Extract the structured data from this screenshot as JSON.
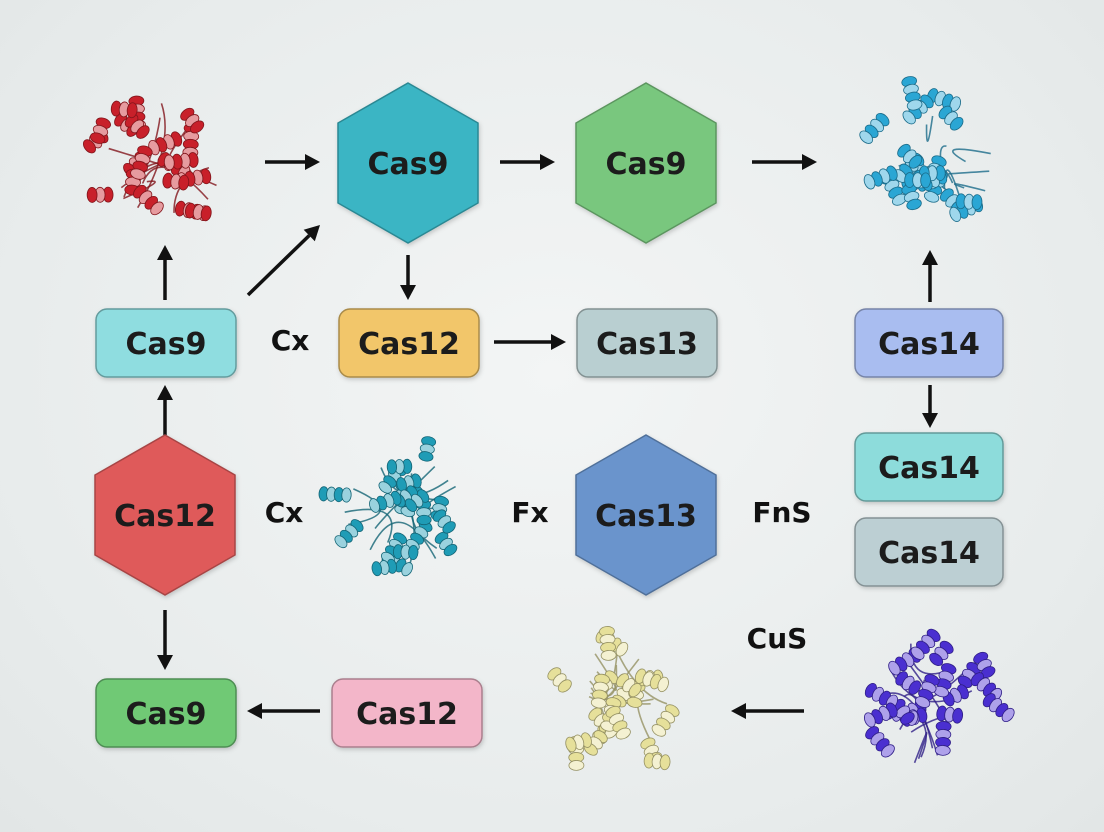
{
  "nodes": [
    {
      "id": "hex_cas9_teal",
      "label": "Cas9",
      "shape": "hexagon",
      "color": "#3ab5c4"
    },
    {
      "id": "hex_cas9_green",
      "label": "Cas9",
      "shape": "hexagon",
      "color": "#79c77e"
    },
    {
      "id": "hex_cas12_red",
      "label": "Cas12",
      "shape": "hexagon",
      "color": "#df5a5a"
    },
    {
      "id": "hex_cas13_blue",
      "label": "Cas13",
      "shape": "hexagon",
      "color": "#6a94cc"
    },
    {
      "id": "box_cas9_cyan",
      "label": "Cas9",
      "shape": "box",
      "color": "#8fdde0"
    },
    {
      "id": "box_cas12_orange",
      "label": "Cas12",
      "shape": "box",
      "color": "#f2c66a"
    },
    {
      "id": "box_cas13_gray",
      "label": "Cas13",
      "shape": "box",
      "color": "#b9cfd1"
    },
    {
      "id": "box_cas14_periwinkle",
      "label": "Cas14",
      "shape": "box",
      "color": "#a9bdf0"
    },
    {
      "id": "box_cas14_teal",
      "label": "Cas14",
      "shape": "box",
      "color": "#8ddcdb"
    },
    {
      "id": "box_cas14_gray",
      "label": "Cas14",
      "shape": "box",
      "color": "#bccfd3"
    },
    {
      "id": "box_cas9_green",
      "label": "Cas9",
      "shape": "box",
      "color": "#6fc975"
    },
    {
      "id": "box_cas12_pink",
      "label": "Cas12",
      "shape": "box",
      "color": "#f3b6c9"
    }
  ],
  "proteins": [
    {
      "id": "protein_red",
      "color": "#c8202a"
    },
    {
      "id": "protein_blue",
      "color": "#2aa6d4"
    },
    {
      "id": "protein_teal",
      "color": "#1f9cb6"
    },
    {
      "id": "protein_yellow",
      "color": "#e6e09a"
    },
    {
      "id": "protein_purple",
      "color": "#4a2fd0"
    }
  ],
  "labels": [
    {
      "id": "label_cx_1",
      "text": "Cx"
    },
    {
      "id": "label_cx_2",
      "text": "Cx"
    },
    {
      "id": "label_fx",
      "text": "Fx"
    },
    {
      "id": "label_fns",
      "text": "FnS"
    },
    {
      "id": "label_cus",
      "text": "CuS"
    }
  ],
  "edges": [
    {
      "from": "protein_red",
      "to": "hex_cas9_teal"
    },
    {
      "from": "hex_cas9_teal",
      "to": "hex_cas9_green"
    },
    {
      "from": "hex_cas9_green",
      "to": "protein_blue"
    },
    {
      "from": "box_cas9_cyan",
      "to": "protein_red"
    },
    {
      "from": "box_cas9_cyan",
      "to": "hex_cas9_teal"
    },
    {
      "from": "hex_cas9_teal",
      "to": "box_cas12_orange"
    },
    {
      "from": "box_cas12_orange",
      "to": "box_cas13_gray"
    },
    {
      "from": "box_cas14_periwinkle",
      "to": "protein_blue"
    },
    {
      "from": "box_cas14_periwinkle",
      "to": "box_cas14_teal"
    },
    {
      "from": "hex_cas12_red",
      "to": "box_cas9_cyan"
    },
    {
      "from": "hex_cas12_red",
      "to": "box_cas9_green"
    },
    {
      "from": "box_cas12_pink",
      "to": "box_cas9_green"
    },
    {
      "from": "protein_purple",
      "to": "protein_yellow"
    }
  ],
  "colors": {
    "arrow": "#111111",
    "background": "#eceff0"
  }
}
